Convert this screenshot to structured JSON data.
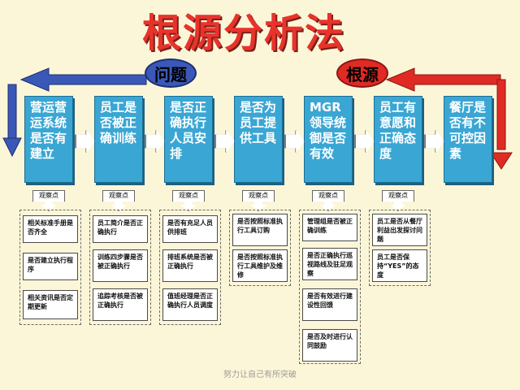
{
  "title": "根源分析法",
  "labels": {
    "problem": "问题",
    "root": "根源"
  },
  "colors": {
    "step_fill": "#3aa6d4",
    "problem_arrow": "#3a58b8",
    "root_arrow": "#e02a24",
    "title": "#e8332b"
  },
  "steps": [
    {
      "text": "营运营运系统是否有建立"
    },
    {
      "text": "员工是否被正确训练"
    },
    {
      "text": "是否正确执行人员安排"
    },
    {
      "text": "是否为员工提供工具"
    },
    {
      "text": "MGR领导统御是否有效"
    },
    {
      "text": "员工有意愿和正确态度"
    },
    {
      "text": "餐厅是否有不可控因素"
    }
  ],
  "observe_label": "观察点",
  "columns": [
    {
      "items": [
        "相关标准手册是否齐全",
        "是否建立执行程序",
        "相关资讯是否定期更新"
      ]
    },
    {
      "items": [
        "员工简介是否正确执行",
        "训练四步骤是否被正确执行",
        "追踪考核是否被正确执行"
      ]
    },
    {
      "items": [
        "是否有充足人员供排班",
        "排班系统是否被正确执行",
        "值班经理是否正确执行人员调度"
      ]
    },
    {
      "items": [
        "是否按照标准执行工具订购",
        "是否按照标准执行工具维护及维修"
      ]
    },
    {
      "items": [
        "管理组是否被正确训练",
        "是否正确执行巡视路线及驻足观察",
        "是否有效进行建设性回馈",
        "是否及时进行认同鼓励"
      ]
    },
    {
      "items": [
        "员工是否从餐厅利益出发探讨问题",
        "员工是否保持“YES”的态度"
      ]
    }
  ],
  "footer": "努力让自己有所突破"
}
